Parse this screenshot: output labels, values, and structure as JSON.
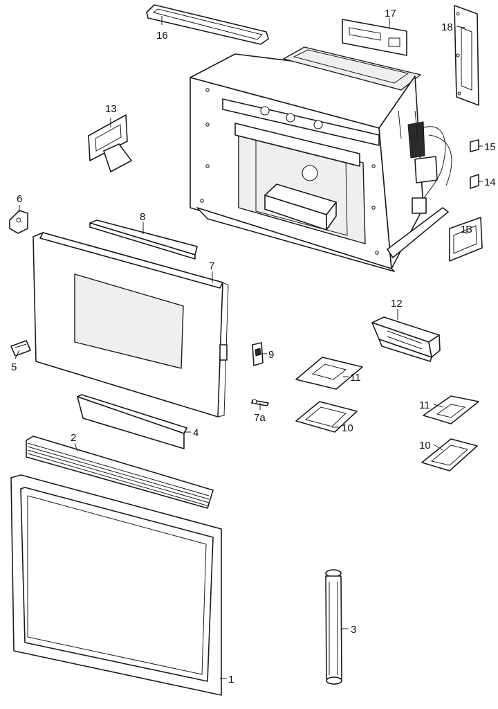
{
  "callouts": {
    "c1": "1",
    "c2": "2",
    "c3": "3",
    "c4": "4",
    "c5": "5",
    "c6": "6",
    "c7": "7",
    "c7a": "7a",
    "c8": "8",
    "c9": "9",
    "c10a": "10",
    "c10b": "10",
    "c11a": "11",
    "c11b": "11",
    "c12": "12",
    "c13a": "13",
    "c13b": "13",
    "c14": "14",
    "c15": "15",
    "c16": "16",
    "c17": "17",
    "c18": "18"
  },
  "colors": {
    "line": "#1a1a1a",
    "background": "#ffffff"
  }
}
